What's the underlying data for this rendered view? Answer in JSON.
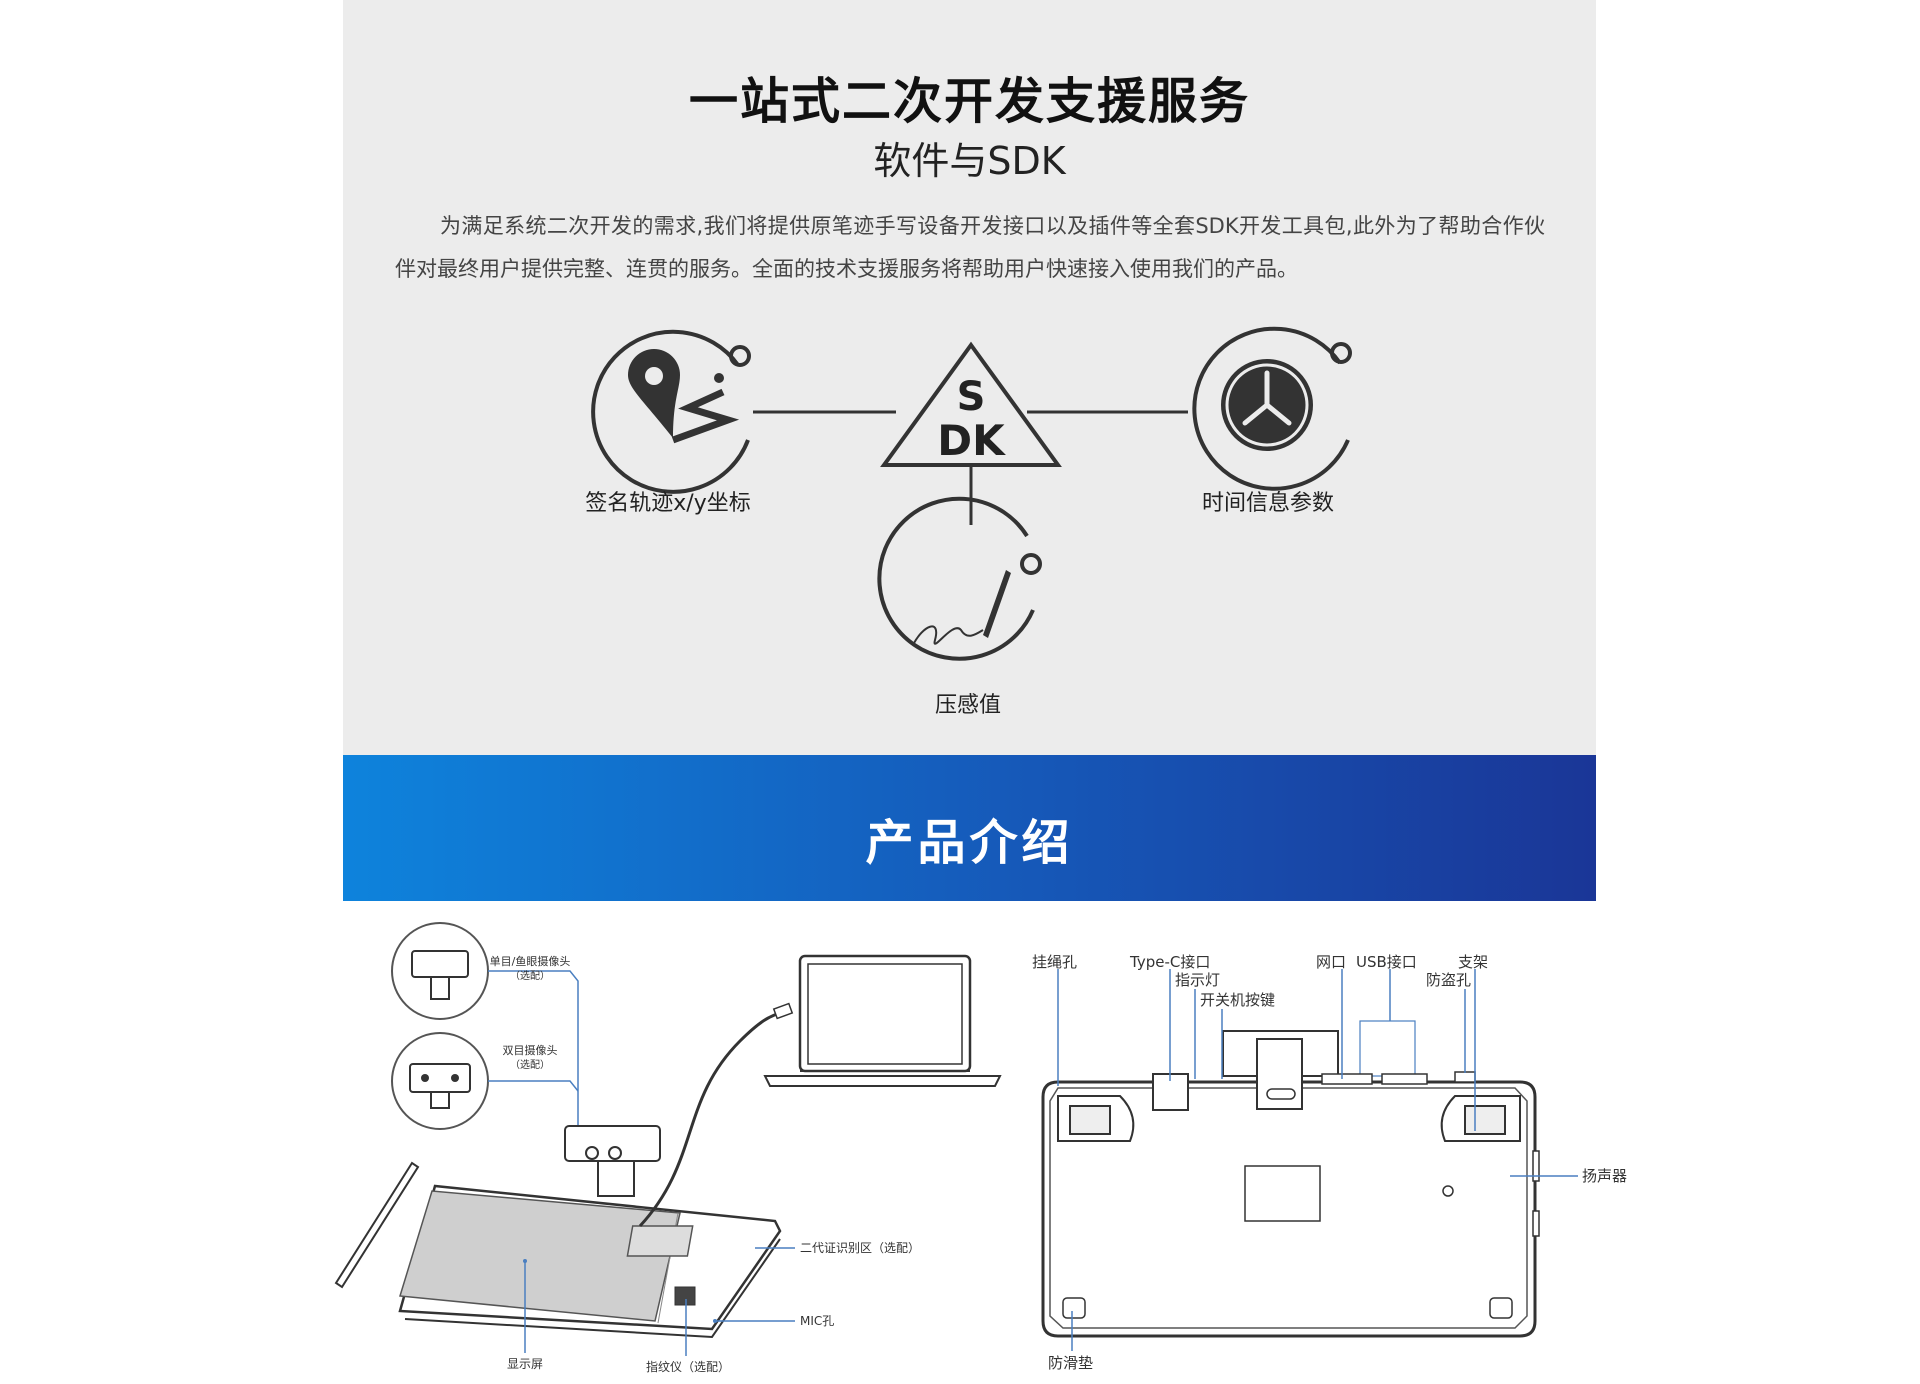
{
  "support_section": {
    "title": "一站式二次开发支援服务",
    "subtitle": "软件与SDK",
    "intro": "为满足系统二次开发的需求,我们将提供原笔迹手写设备开发接口以及插件等全套SDK开发工具包,此外为了帮助合作伙伴对最终用户提供完整、连贯的服务。全面的技术支援服务将帮助用户快速接入使用我们的产品。",
    "sdk_top": "S",
    "sdk_bottom": "DK",
    "features": {
      "left": "签名轨迹x/y坐标",
      "right": "时间信息参数",
      "bottom": "压感值"
    },
    "icons": [
      "location-pin-icon",
      "sdk-triangle-icon",
      "clock-icon",
      "pen-signature-icon"
    ]
  },
  "product_section": {
    "title": "产品介绍",
    "left_labels": {
      "mono_camera": "单目/鱼眼摄像头",
      "mono_camera_opt": "（选配）",
      "dual_camera": "双目摄像头",
      "dual_camera_opt": "（选配）",
      "id_area": "二代证识别区（选配）",
      "mic": "MIC孔",
      "display": "显示屏",
      "fingerprint": "指纹仪（选配）"
    },
    "right_labels": {
      "lanyard": "挂绳孔",
      "typec": "Type-C接口",
      "indicator": "指示灯",
      "power": "开关机按键",
      "lan": "网口",
      "usb": "USB接口",
      "stand": "支架",
      "antitheft": "防盗孔",
      "speaker": "扬声器",
      "antislip": "防滑垫"
    }
  }
}
